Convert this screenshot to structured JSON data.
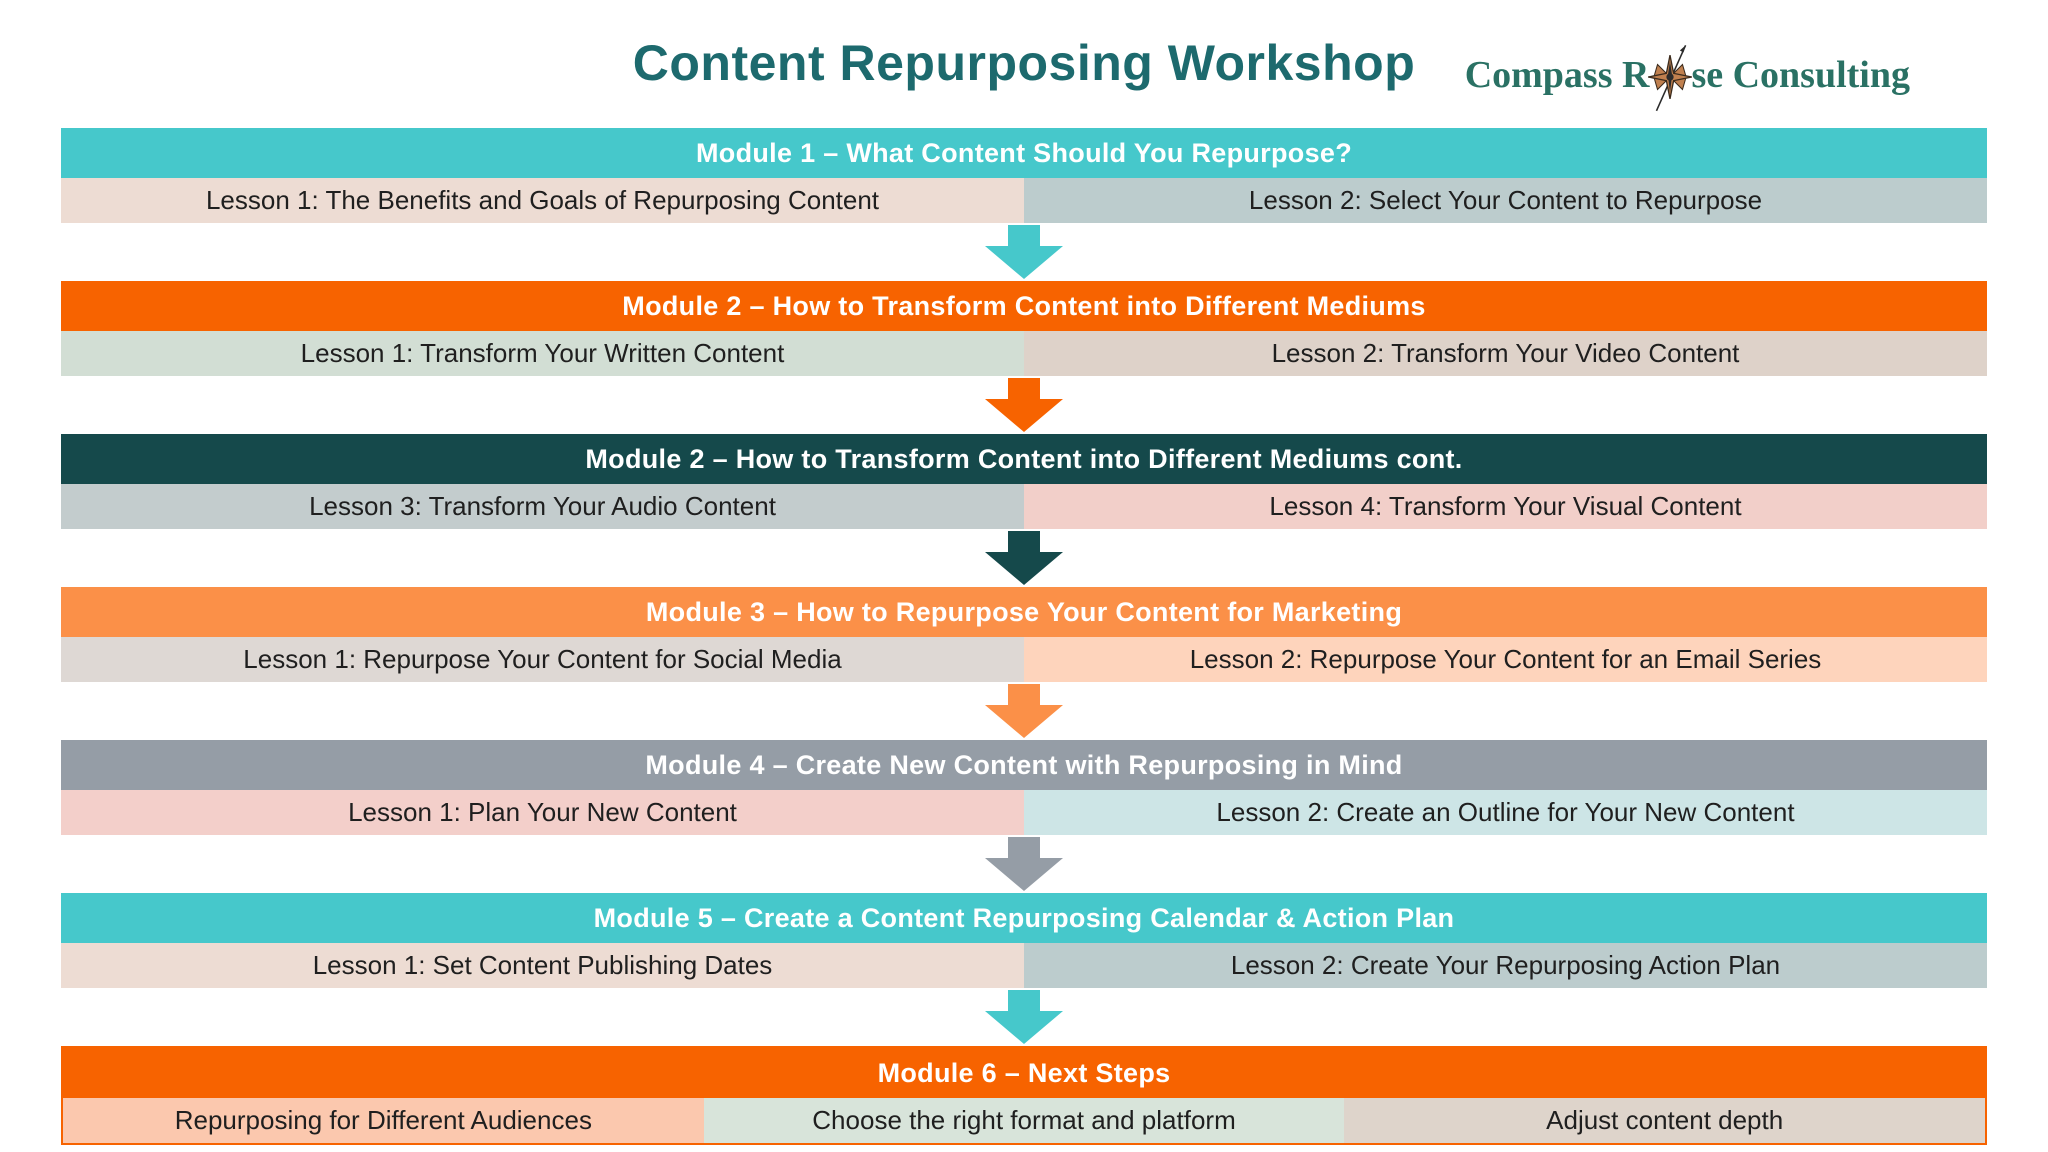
{
  "header": {
    "title": "Content Repurposing Workshop",
    "logo_prefix": "Compass R",
    "logo_suffix": "se Consulting"
  },
  "colors": {
    "title_text": "#1d6a6e",
    "logo_text": "#2a7164",
    "turquoise": "#46c8cb",
    "orange": "#f76300",
    "dark_teal": "#15494b",
    "light_orange": "#fb9048",
    "gray": "#959da6",
    "module_header_text": "#ffffff",
    "lesson_text": "#1f1f1f",
    "compass_tan": "#c0804f"
  },
  "modules": [
    {
      "title": "Module 1 – What Content Should You Repurpose?",
      "header_bg": "#46c8cb",
      "arrow_after": "#46c8cb",
      "border": null,
      "lessons": [
        {
          "label": "Lesson 1: The Benefits and Goals of Repurposing Content",
          "bg": "#eddcd3"
        },
        {
          "label": "Lesson 2: Select Your Content to Repurpose",
          "bg": "#bccccd"
        }
      ]
    },
    {
      "title": "Module 2 – How to Transform Content into Different Mediums",
      "header_bg": "#f76300",
      "arrow_after": "#f76300",
      "border": null,
      "lessons": [
        {
          "label": "Lesson 1: Transform Your Written Content",
          "bg": "#d2ded4"
        },
        {
          "label": "Lesson 2: Transform Your Video Content",
          "bg": "#ded2c9"
        }
      ]
    },
    {
      "title": "Module 2 – How to Transform Content into Different Mediums cont.",
      "header_bg": "#15494b",
      "arrow_after": "#15494b",
      "border": null,
      "lessons": [
        {
          "label": "Lesson 3: Transform Your Audio Content",
          "bg": "#c3cccd"
        },
        {
          "label": "Lesson 4: Transform Your Visual Content",
          "bg": "#f2cfc9"
        }
      ]
    },
    {
      "title": "Module 3 – How to Repurpose Your Content for Marketing",
      "header_bg": "#fb9048",
      "arrow_after": "#fb9048",
      "border": null,
      "lessons": [
        {
          "label": "Lesson 1: Repurpose Your Content for Social Media",
          "bg": "#ded8d4"
        },
        {
          "label": "Lesson 2: Repurpose Your Content for an Email Series",
          "bg": "#fed4bc"
        }
      ]
    },
    {
      "title": "Module 4 – Create New Content with Repurposing in Mind",
      "header_bg": "#959da6",
      "arrow_after": "#959da6",
      "border": null,
      "lessons": [
        {
          "label": "Lesson 1: Plan Your New Content",
          "bg": "#f3cfca"
        },
        {
          "label": "Lesson 2: Create an Outline for Your New Content",
          "bg": "#cde5e6"
        }
      ]
    },
    {
      "title": "Module 5 – Create a Content Repurposing Calendar & Action Plan",
      "header_bg": "#46c8cb",
      "arrow_after": "#46c8cb",
      "border": null,
      "lessons": [
        {
          "label": "Lesson 1: Set Content Publishing Dates",
          "bg": "#eddcd3"
        },
        {
          "label": "Lesson 2: Create Your Repurposing Action Plan",
          "bg": "#bccccd"
        }
      ]
    },
    {
      "title": "Module 6 – Next Steps",
      "header_bg": "#f76300",
      "arrow_after": null,
      "border": "#f76300",
      "lessons": [
        {
          "label": "Repurposing for Different Audiences",
          "bg": "#fbc8ae"
        },
        {
          "label": "Choose the right format and platform",
          "bg": "#d8e4da"
        },
        {
          "label": "Adjust content depth",
          "bg": "#ded4cb"
        }
      ]
    }
  ]
}
